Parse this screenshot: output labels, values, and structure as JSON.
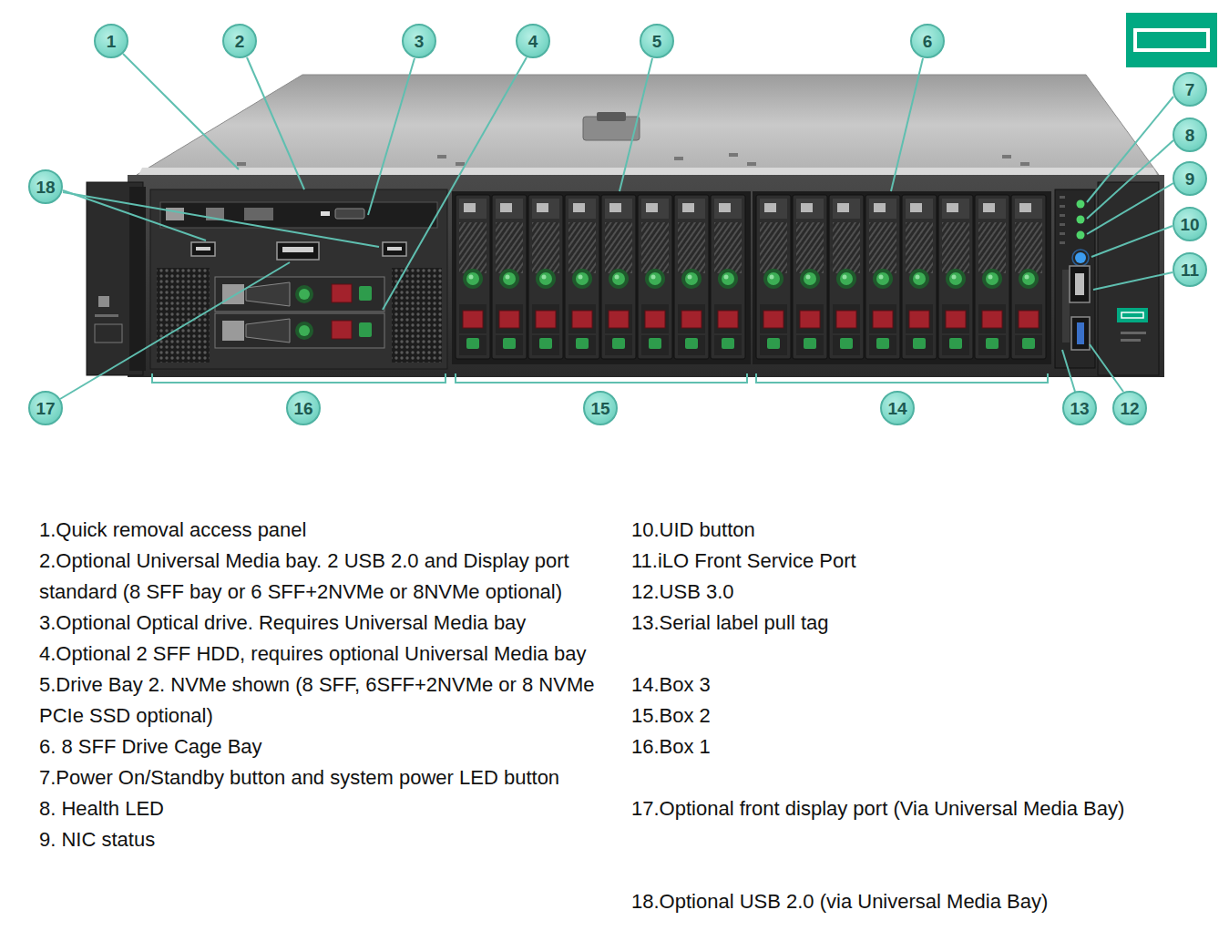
{
  "diagram": {
    "nodes": [
      {
        "text": [
          "1"
        ]
      },
      {
        "text": [
          "2"
        ]
      },
      {
        "text": [
          "3"
        ]
      },
      {
        "text": [
          "4"
        ]
      },
      {
        "text": [
          "5"
        ]
      },
      {
        "text": [
          "6"
        ]
      },
      {
        "text": [
          "7"
        ]
      },
      {
        "text": [
          "8"
        ]
      },
      {
        "text": [
          "18"
        ]
      },
      {
        "text": [
          "9"
        ]
      },
      {
        "text": [
          "10"
        ]
      },
      {
        "text": [
          "11"
        ]
      },
      {
        "text": [
          "17"
        ]
      },
      {
        "text": [
          "16"
        ]
      },
      {
        "text": [
          "15"
        ]
      },
      {
        "text": [
          "14"
        ]
      },
      {
        "text": [
          "13"
        ]
      },
      {
        "text": [
          "12"
        ]
      }
    ],
    "edges": [],
    "labels": [
      "1.Quick removal access panel",
      "2.Optional Universal Media bay. 2 USB 2.0 and Display port standard (8 SFF bay or 6 SFF+2NVMe or 8NVMe optional)",
      "3.Optional Optical drive. Requires Universal Media bay",
      "4.Optional 2 SFF HDD, requires optional Universal Media bay",
      "5.Drive Bay 2. NVMe shown (8 SFF, 6SFF+2NVMe or 8 NVMe PCIe SSD optional)",
      "6. 8 SFF Drive Cage Bay",
      "7.Power On/Standby button and system power LED button",
      "8. Health LED",
      "9. NIC status",
      "10.UID button",
      "11.iLO Front Service Port",
      "12.USB 3.0",
      "13.Serial label pull tag",
      "14.Box 3",
      "15.Box 2",
      "16.Box 1",
      "17.Optional front display port (Via Universal Media Bay)",
      "18.Optional USB 2.0 (via Universal Media Bay)"
    ]
  }
}
